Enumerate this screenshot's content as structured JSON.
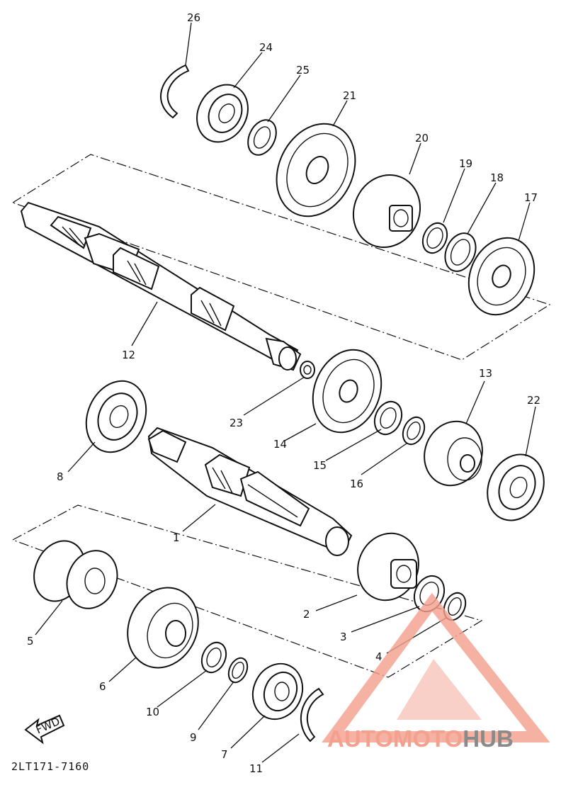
{
  "diagram": {
    "drawing_code": "2LT171-7160",
    "fwd_label": "FWD",
    "labels": {
      "p1": "1",
      "p2": "2",
      "p3": "3",
      "p4": "4",
      "p5": "5",
      "p6": "6",
      "p7": "7",
      "p8": "8",
      "p9": "9",
      "p10": "10",
      "p11": "11",
      "p12": "12",
      "p13": "13",
      "p14": "14",
      "p15": "15",
      "p16": "16",
      "p17": "17",
      "p18": "18",
      "p19": "19",
      "p20": "20",
      "p21": "21",
      "p22": "22",
      "p23": "23",
      "p24": "24",
      "p25": "25",
      "p26": "26"
    }
  },
  "watermark": {
    "part1": "AUTO",
    "part2": "MOTO",
    "part3": "HUB",
    "color_primary": "#f4a08e",
    "color_secondary": "#8a8a8a"
  }
}
